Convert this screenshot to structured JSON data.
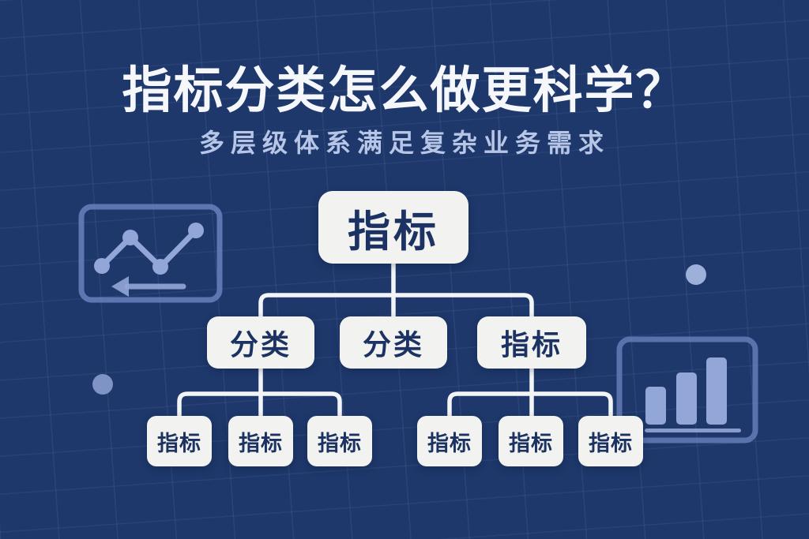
{
  "poster": {
    "title": "指标分类怎么做更科学？",
    "subtitle": "多层级体系满足复杂业务需求"
  },
  "tree": {
    "root": {
      "label": "指标"
    },
    "level2": [
      {
        "label": "分类"
      },
      {
        "label": "分类"
      },
      {
        "label": "指标"
      }
    ],
    "level3": [
      {
        "label": "指标"
      },
      {
        "label": "指标"
      },
      {
        "label": "指标"
      },
      {
        "label": "指标"
      },
      {
        "label": "指标"
      },
      {
        "label": "指标"
      }
    ]
  },
  "decor": {
    "left_icon": "line-chart-icon",
    "right_icon": "bar-chart-icon",
    "accent_dots": 2
  },
  "colors": {
    "background": "#1e386b",
    "box_fill": "#f2f3f0",
    "box_text": "#1c3263",
    "title_text": "#f5f7fb",
    "subtitle_text": "#b7c5e6",
    "connector": "#f3f4f6",
    "decor_outline": "#6981bd",
    "decor_bright": "#92a6d8",
    "dot_left": "#7f93c5",
    "dot_right": "#9db0da"
  }
}
